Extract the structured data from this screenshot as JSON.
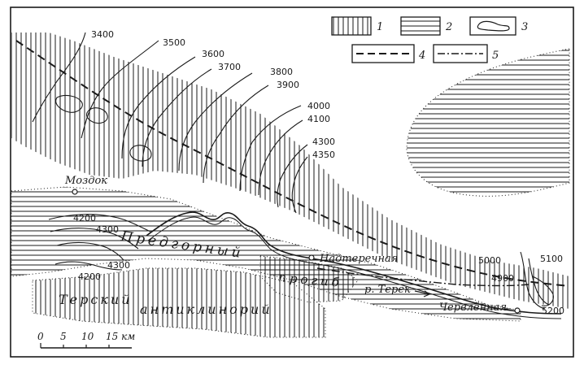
{
  "legend": {
    "items": [
      {
        "id": "1",
        "pattern": "vertical-hatch"
      },
      {
        "id": "2",
        "pattern": "horizontal-hatch"
      },
      {
        "id": "3",
        "pattern": "closed-contour"
      },
      {
        "id": "4",
        "pattern": "dashed-line"
      },
      {
        "id": "5",
        "pattern": "dash-dot-line"
      }
    ]
  },
  "contours": [
    "3400",
    "3500",
    "3600",
    "3700",
    "3800",
    "3900",
    "4000",
    "4100",
    "4300",
    "4350",
    "4200",
    "4300",
    "4300",
    "4200",
    "5000",
    "4900",
    "5100",
    "5200"
  ],
  "places": {
    "mozdok": "Моздок",
    "nadterechnaya": "Надтеречная",
    "chervlennaya": "Червлённая",
    "river": "р. Терек"
  },
  "structures": {
    "predgorny": "Предгорный",
    "progib": "прогиб",
    "tersky": "Терский",
    "anticlinory": "антиклинорий"
  },
  "scale": {
    "labels": [
      "0",
      "5",
      "10",
      "15 км"
    ]
  },
  "colors": {
    "ink": "#1a1a1a",
    "paper": "#ffffff"
  }
}
